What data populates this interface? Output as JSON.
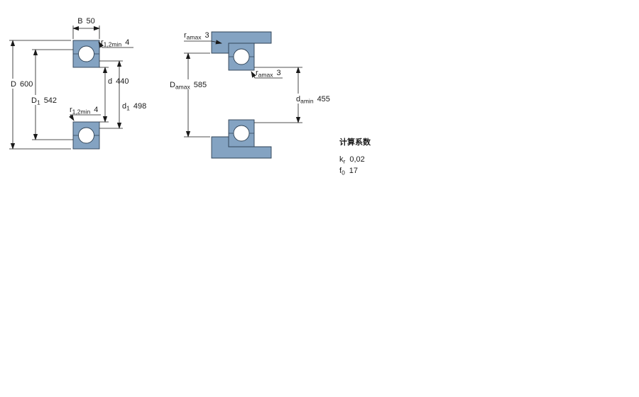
{
  "diagram": {
    "colors": {
      "bearing_fill": "#84A3C2",
      "line": "#1A1A1A"
    },
    "left_view": {
      "dim_B": {
        "label": "B",
        "value": "50"
      },
      "dim_r_top": {
        "base": "r",
        "sub": "1,2min",
        "value": "4"
      },
      "dim_D": {
        "label": "D",
        "value": "600"
      },
      "dim_D1": {
        "base": "D",
        "sub": "1",
        "value": "542"
      },
      "dim_d": {
        "label": "d",
        "value": "440"
      },
      "dim_d1": {
        "base": "d",
        "sub": "1",
        "value": "498"
      },
      "dim_r_bottom": {
        "base": "r",
        "sub": "1,2min",
        "value": "4"
      }
    },
    "right_view": {
      "dim_ra_top": {
        "base": "r",
        "sub": "amax",
        "value": "3"
      },
      "dim_Da": {
        "base": "D",
        "sub": "amax",
        "value": "585"
      },
      "dim_ra_mid": {
        "base": "r",
        "sub": "amax",
        "value": "3"
      },
      "dim_da": {
        "base": "d",
        "sub": "amin",
        "value": "455"
      }
    },
    "calculation_factors": {
      "title": "计算系数",
      "kr": {
        "base": "k",
        "sub": "r",
        "value": "0,02"
      },
      "f0": {
        "base": "f",
        "sub": "0",
        "value": "17"
      }
    }
  }
}
